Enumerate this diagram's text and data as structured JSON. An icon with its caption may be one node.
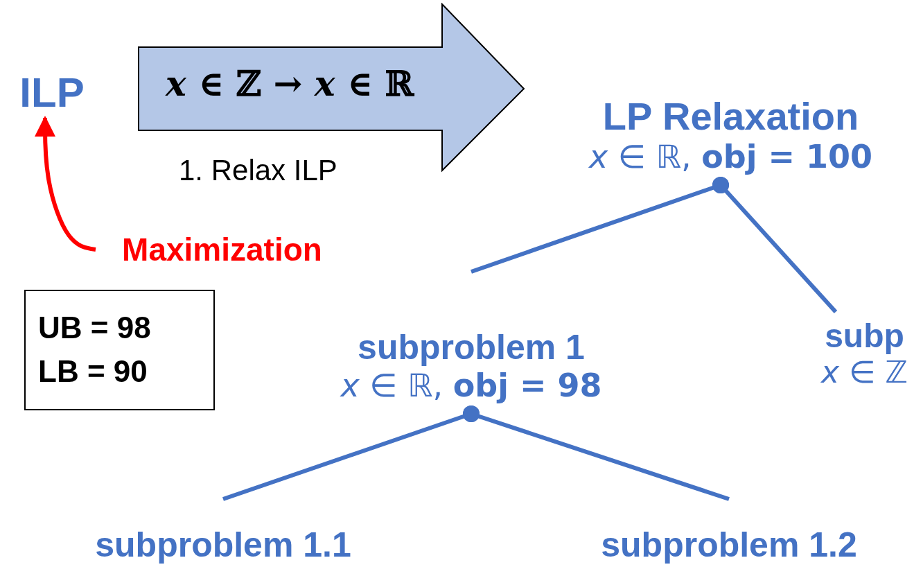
{
  "diagram": {
    "nodes": [
      {
        "text": [
          "ILP"
        ]
      },
      {
        "text": [
          "*x* ∈ ℤ → *x* ∈ ℝ"
        ],
        "beside": [
          "1. Relax ILP"
        ]
      },
      {
        "text": [
          "LP Relaxation",
          "*x* ∈ ℝ, **obj = 100**"
        ]
      },
      {
        "text": [
          "Maximization"
        ]
      },
      {
        "text": [
          "UB = 98",
          "LB = 90"
        ]
      },
      {
        "text": [
          "subproblem 1",
          "*x* ∈ ℝ, **obj = 98**"
        ]
      },
      {
        "text": [
          "subp",
          "*x* ∈ ℤ"
        ]
      },
      {
        "text": [
          "subproblem 1.1"
        ]
      },
      {
        "text": [
          "subproblem 1.2"
        ]
      }
    ],
    "edges": [
      {
        "from": 3,
        "to": 0,
        "arrow": "to",
        "color": "#ff0000"
      },
      {
        "from": 2,
        "to": 5,
        "arrow": "other"
      },
      {
        "from": 2,
        "to": 6,
        "arrow": "other"
      },
      {
        "from": 5,
        "to": 7,
        "arrow": "other"
      },
      {
        "from": 5,
        "to": 8,
        "arrow": "other"
      }
    ]
  }
}
